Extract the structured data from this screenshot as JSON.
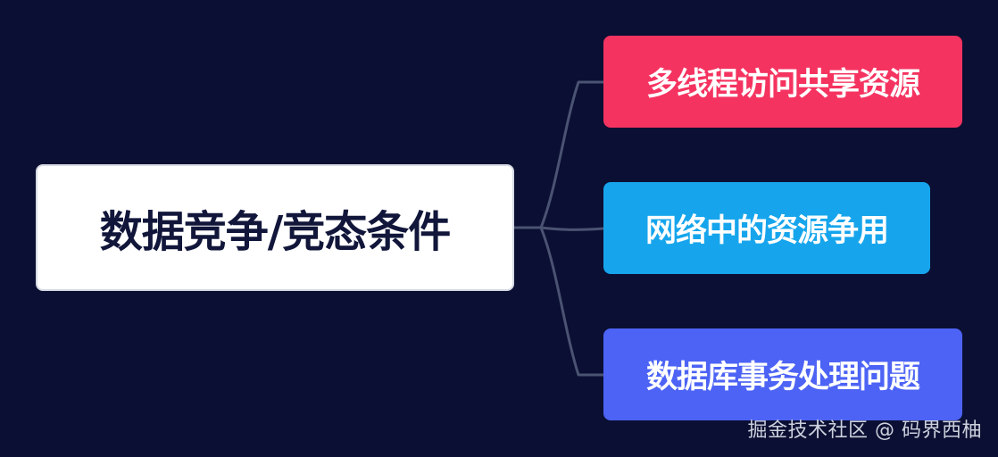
{
  "root": {
    "label": "数据竞争/竞态条件"
  },
  "children": [
    {
      "label": "多线程访问共享资源",
      "color": "#f53360"
    },
    {
      "label": "网络中的资源争用",
      "color": "#16a5ec"
    },
    {
      "label": "数据库事务处理问题",
      "color": "#4c63f5"
    }
  ],
  "connector": {
    "color": "#4a5372"
  },
  "watermark": {
    "text": "掘金技术社区 @ 码界西柚"
  }
}
